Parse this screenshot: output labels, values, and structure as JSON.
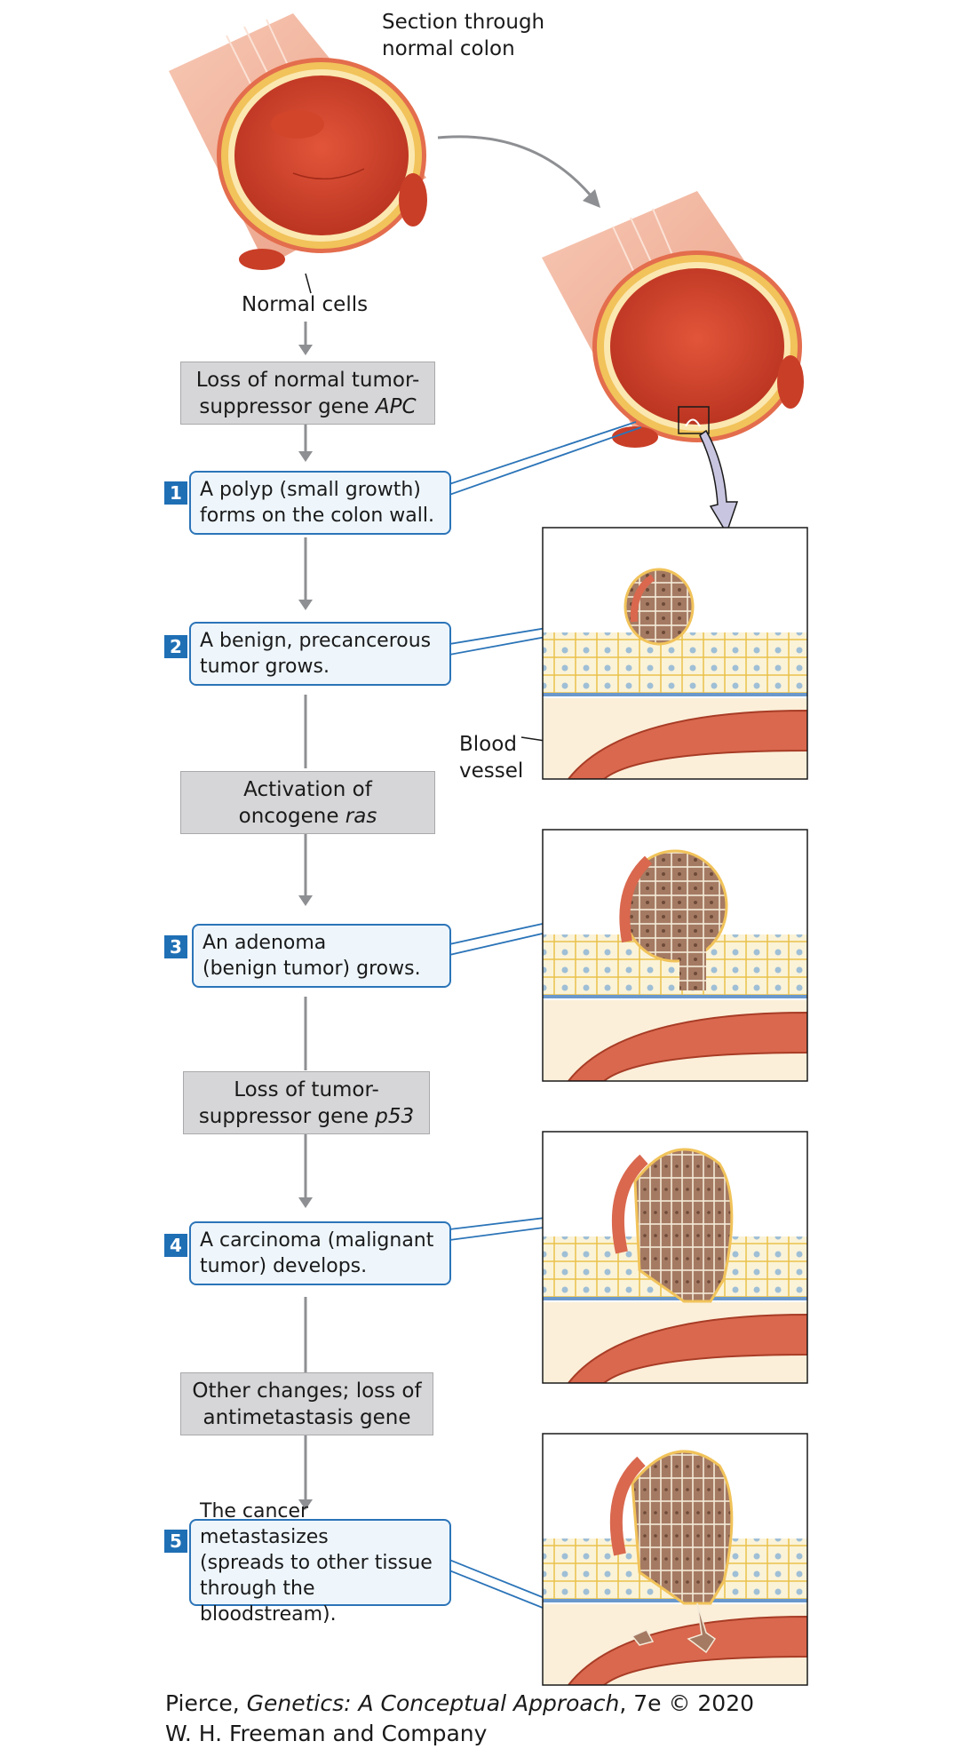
{
  "labels": {
    "section_l1": "Section through",
    "section_l2": "normal colon",
    "normal_cells": "Normal cells",
    "blood_l1": "Blood",
    "blood_l2": "vessel"
  },
  "events": [
    {
      "pre": "Loss of normal tumor-",
      "line2": "suppressor gene ",
      "gene": "APC"
    },
    {
      "pre": "Activation of",
      "line2": "oncogene ",
      "gene": "ras"
    },
    {
      "pre": "Loss of tumor-",
      "line2": "suppressor gene ",
      "gene": "p53"
    },
    {
      "pre": "Other changes; loss of",
      "line2": "antimetastasis gene",
      "gene": ""
    }
  ],
  "steps": [
    {
      "num": "1",
      "l1": "A polyp (small growth)",
      "l2": "forms on the colon wall.",
      "l3": ""
    },
    {
      "num": "2",
      "l1": "A benign, precancerous",
      "l2": "tumor grows.",
      "l3": ""
    },
    {
      "num": "3",
      "l1": "An adenoma",
      "l2": "(benign tumor) grows.",
      "l3": ""
    },
    {
      "num": "4",
      "l1": "A carcinoma (malignant",
      "l2": "tumor) develops.",
      "l3": ""
    },
    {
      "num": "5",
      "l1": "The cancer metastasizes",
      "l2": "(spreads to other tissue",
      "l3": "through the bloodstream)."
    }
  ],
  "credit": {
    "author": "Pierce, ",
    "title": "Genetics: A Conceptual Approach",
    "edition": ", 7e © 2020",
    "publisher": "W. H. Freeman and Company"
  },
  "colors": {
    "arrow": "#8d8f92",
    "step_border": "#2b74b8",
    "step_fill": "#eef6fc",
    "number_fill": "#1f6fb5",
    "event_fill": "#d6d6d8",
    "colon_outer": "#f0a98e",
    "colon_inner": "#d2452a",
    "tissue_yellow": "#f2c94c",
    "vessel": "#d9684e",
    "tumor": "#a57a63"
  }
}
